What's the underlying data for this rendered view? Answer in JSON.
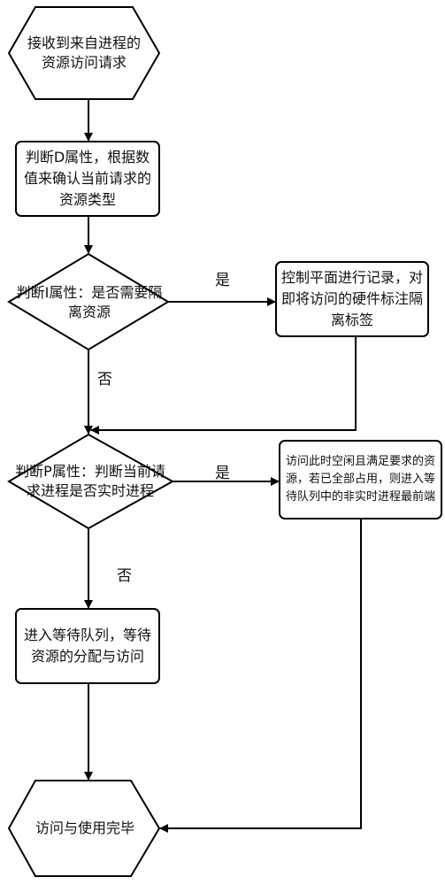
{
  "nodes": {
    "start": {
      "text": "接收到来自进程的资源访问请求"
    },
    "judge_d": {
      "text": "判断D属性，根据数值来确认当前请求的资源类型"
    },
    "judge_i": {
      "text": "判断I属性：是否需要隔离资源"
    },
    "control_plane": {
      "text": "控制平面进行记录，对即将访问的硬件标注隔离标签"
    },
    "judge_p": {
      "text": "判断P属性：判断当前请求进程是否实时进程"
    },
    "access_idle": {
      "text": "访问此时空闲且满足要求的资源，若已全部占用，则进入等待队列中的非实时进程最前端"
    },
    "wait_queue": {
      "text": "进入等待队列，等待资源的分配与访问"
    },
    "end": {
      "text": "访问与使用完毕"
    }
  },
  "edge_labels": {
    "i_yes": "是",
    "i_no": "否",
    "p_yes": "是",
    "p_no": "否"
  },
  "colors": {
    "stroke": "#000000",
    "fill": "#ffffff",
    "text": "#111111"
  }
}
